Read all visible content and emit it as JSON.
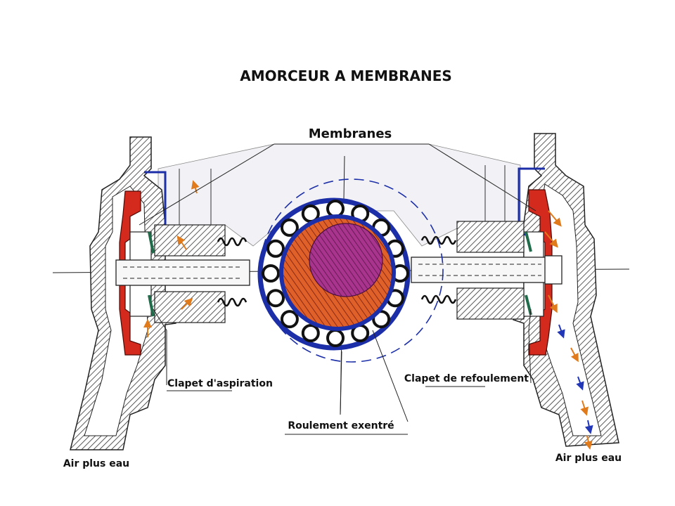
{
  "title": "AMORCEUR A MEMBRANES",
  "labels": {
    "membranes": "Membranes",
    "suction_valve": "Clapet d'aspiration",
    "discharge_valve": "Clapet de refoulement",
    "eccentric_bearing": "Roulement exentré",
    "left_inlet": "Air plus eau",
    "right_outlet": "Air plus eau"
  },
  "colors": {
    "housing_hatch": "#444444",
    "housing_fill": "#f1f1f4",
    "membrane_red": "#d42a1e",
    "ring_blue": "#1c2fa8",
    "eccentric_orange": "#d8662a",
    "eccentric_magenta": "#9b2f82",
    "flow_orange": "#e07a1a",
    "flow_blue": "#2236b8",
    "valve_green": "#1f6b4a"
  }
}
